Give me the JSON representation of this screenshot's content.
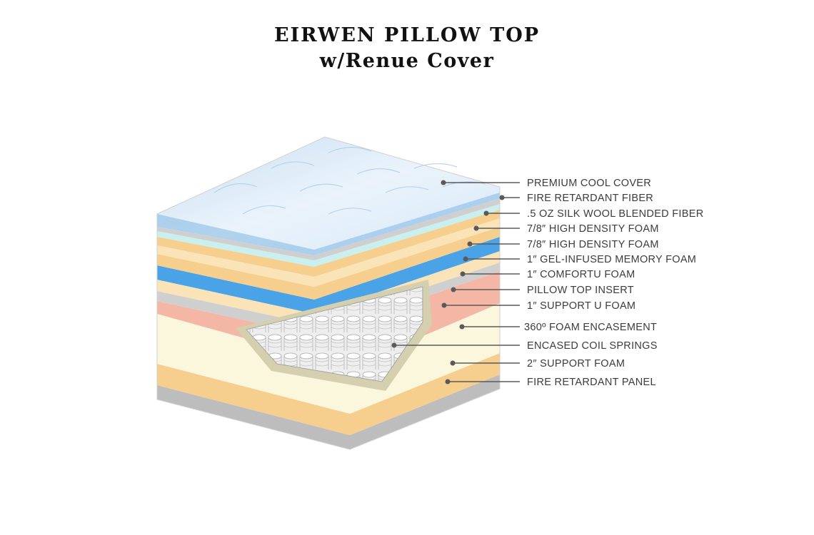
{
  "title": {
    "line1": "EIRWEN PILLOW TOP",
    "line2": "w/Renue Cover"
  },
  "layers": [
    {
      "label": "PREMIUM COOL COVER",
      "color": "#dbe9f7"
    },
    {
      "label": "FIRE RETARDANT FIBER",
      "color": "#cfcfcf"
    },
    {
      "label": ".5 OZ SILK WOOL BLENDED FIBER",
      "color": "#c9efee"
    },
    {
      "label": "7/8″ HIGH DENSITY FOAM",
      "color": "#f6cf8f"
    },
    {
      "label": "7/8″ HIGH DENSITY FOAM",
      "color": "#f6cf8f"
    },
    {
      "label": "1″ GEL-INFUSED MEMORY FOAM",
      "color": "#4aa3e6"
    },
    {
      "label": "1″ COMFORTU FOAM",
      "color": "#fbe3b8"
    },
    {
      "label": "PILLOW TOP INSERT",
      "color": "#cfcfcf"
    },
    {
      "label": "1″ SUPPORT U FOAM",
      "color": "#f4b7a5"
    },
    {
      "label": "360º FOAM ENCASEMENT",
      "color": "#fbf7dc"
    },
    {
      "label": "ENCASED COIL SPRINGS",
      "color": "#e6e6e6"
    },
    {
      "label": "2″ SUPPORT FOAM",
      "color": "#f6cf8f"
    },
    {
      "label": "FIRE RETARDANT PANEL",
      "color": "#bdbdbd"
    }
  ]
}
